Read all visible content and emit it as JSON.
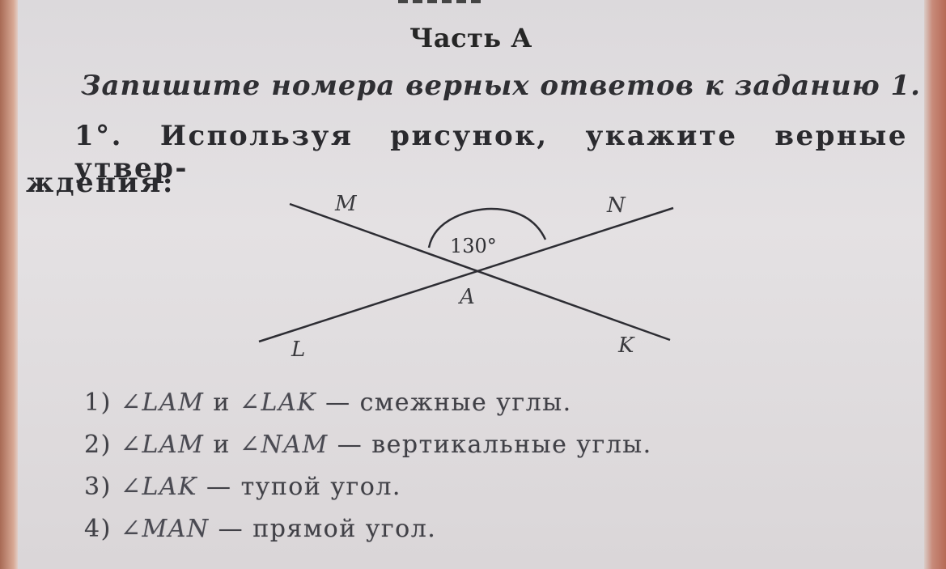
{
  "header": {
    "part_title": "Часть А"
  },
  "instruction": "Запишите номера верных ответов к заданию 1.",
  "task": {
    "number": "1°.",
    "text_line1": "Используя рисунок, укажите верные утвер-",
    "text_line2": "ждения:"
  },
  "figure": {
    "labels": {
      "M": "M",
      "N": "N",
      "A": "A",
      "L": "L",
      "K": "K"
    },
    "angle_label": "130°"
  },
  "options": [
    {
      "num": "1)",
      "angle1": "LAM",
      "conj": "и",
      "angle2": "LAK",
      "rest": "— смежные углы."
    },
    {
      "num": "2)",
      "angle1": "LAM",
      "conj": "и",
      "angle2": "NAM",
      "rest": "— вертикальные углы."
    },
    {
      "num": "3)",
      "angle1": "LAK",
      "rest": "— тупой угол."
    },
    {
      "num": "4)",
      "angle1": "MAN",
      "rest": "— прямой угол."
    }
  ],
  "colors": {
    "paper": "#e0dde0",
    "ink": "#2a2a2e",
    "edge": "#c06e5a"
  }
}
